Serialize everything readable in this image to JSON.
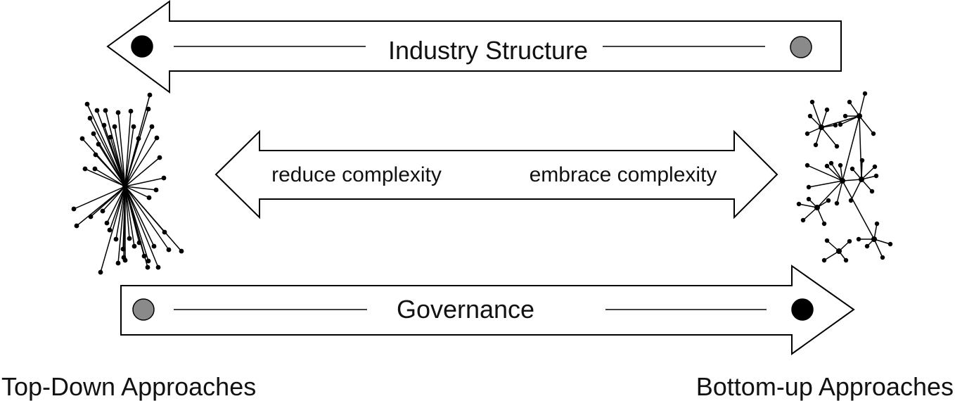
{
  "industry_arrow": {
    "label": "Industry Structure",
    "direction": "left"
  },
  "complexity_arrow": {
    "left_label": "reduce complexity",
    "right_label": "embrace complexity",
    "direction": "both"
  },
  "governance_arrow": {
    "label": "Governance",
    "direction": "right"
  },
  "bottom_labels": {
    "left": "Top-Down Approaches",
    "right": "Bottom-up Approaches"
  },
  "colors": {
    "stroke": "#000000",
    "fill": "#ffffff",
    "dot_dark": "#000000",
    "dot_light": "#8a8a8a"
  },
  "icons": {
    "left_network": "centralized-star-network",
    "right_network": "distributed-network"
  }
}
